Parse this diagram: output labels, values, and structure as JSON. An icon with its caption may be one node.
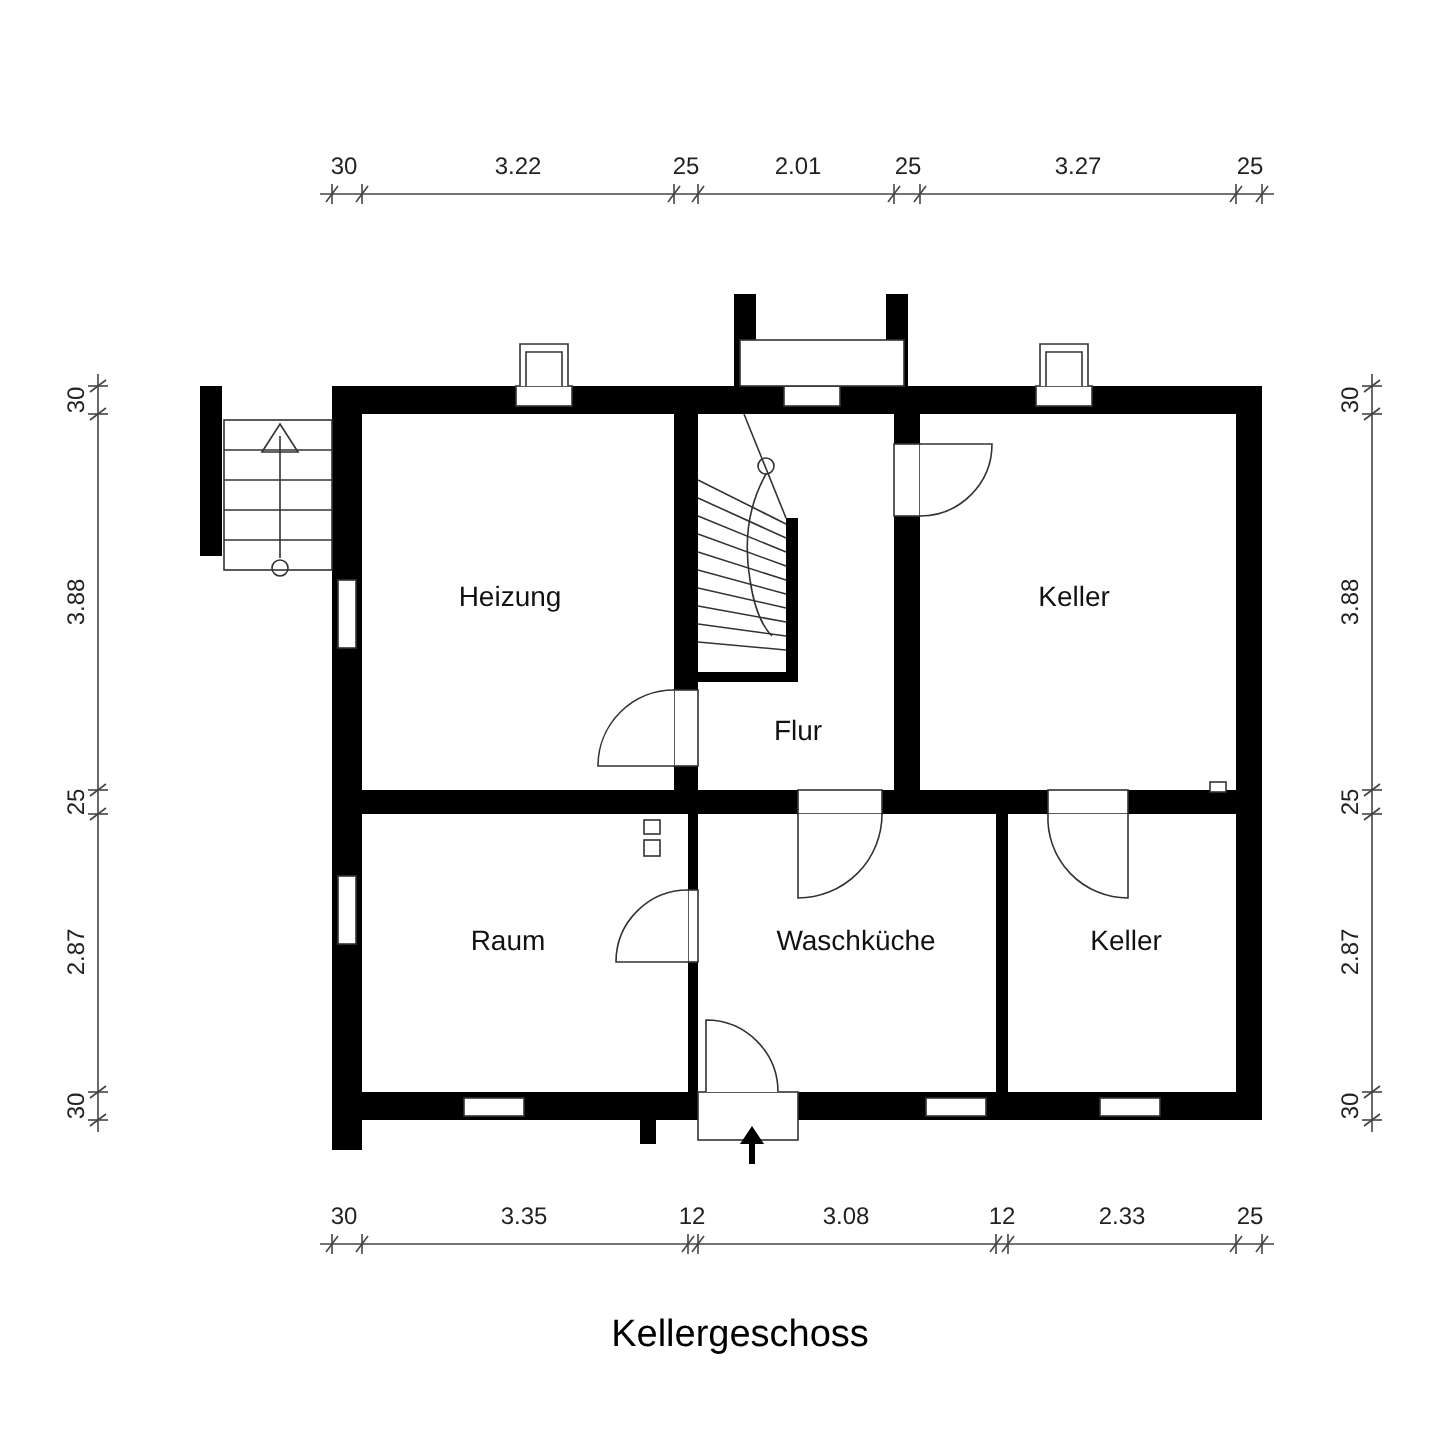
{
  "diagram": {
    "title": "Kellergeschoss",
    "nodes": [
      {
        "text": [
          "Heizung"
        ]
      },
      {
        "text": [
          "Flur"
        ]
      },
      {
        "text": [
          "Keller"
        ]
      },
      {
        "text": [
          "Raum"
        ]
      },
      {
        "text": [
          "Waschküche"
        ]
      },
      {
        "text": [
          "Keller"
        ]
      }
    ],
    "edges": [],
    "labels": [
      "30",
      "3.22",
      "25",
      "2.01",
      "25",
      "3.27",
      "25",
      "30",
      "3.88",
      "25",
      "2.87",
      "30",
      "30",
      "3.88",
      "25",
      "2.87",
      "30",
      "30",
      "3.35",
      "12",
      "3.08",
      "12",
      "2.33",
      "25"
    ]
  }
}
